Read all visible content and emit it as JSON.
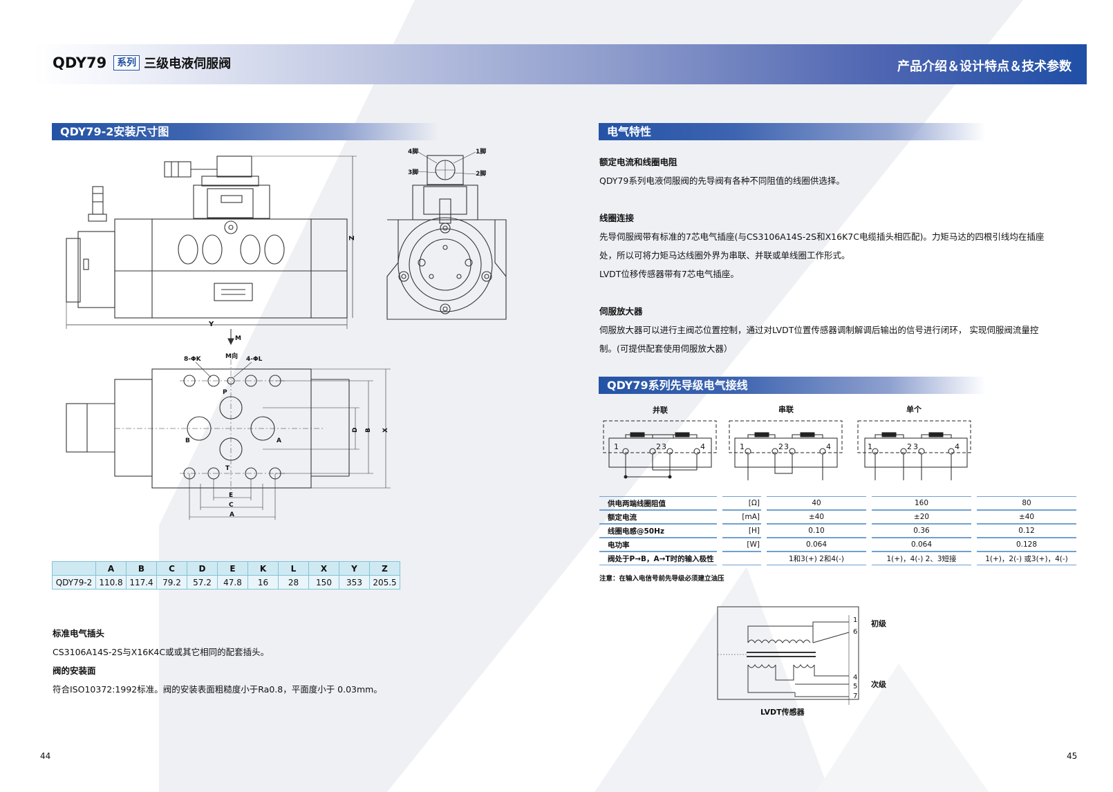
{
  "banner": {
    "model": "QDY79",
    "series_tag": "系列",
    "subtitle": "三级电液伺服阀",
    "right_title": "产品介绍＆设计特点＆技术参数"
  },
  "left": {
    "section_title": "QDY79-2安装尺寸图",
    "drawing_labels": {
      "pin4": "4脚",
      "pin1": "1脚",
      "pin3": "3脚",
      "pin2": "2脚",
      "dim_z": "Z",
      "dim_y": "Y",
      "view_m": "M",
      "m_dir": "M向",
      "hole_k": "8-ΦK",
      "hole_l": "4-ΦL",
      "port_p": "P",
      "port_t": "T",
      "port_a": "A",
      "port_b": "B",
      "dim_a": "A",
      "dim_c": "C",
      "dim_e": "E",
      "dim_d": "D",
      "dim_b": "B",
      "dim_x": "X"
    },
    "dimension_table": {
      "headers": [
        "",
        "A",
        "B",
        "C",
        "D",
        "E",
        "K",
        "L",
        "X",
        "Y",
        "Z"
      ],
      "row": [
        "QDY79-2",
        "110.8",
        "117.4",
        "79.2",
        "57.2",
        "47.8",
        "16",
        "28",
        "150",
        "353",
        "205.5"
      ]
    },
    "connector_title": "标准电气插头",
    "connector_text": "CS3106A14S-2S与X16K4C或或其它相同的配套插头。",
    "mount_title": "阀的安装面",
    "mount_text": "符合ISO10372:1992标准。阀的安装表面粗糙度小于Ra0.8，平面度小于 0.03mm。",
    "page_number": "44"
  },
  "right": {
    "section_title": "电气特性",
    "h1": "额定电流和线圈电阻",
    "p1": "QDY79系列电液伺服阀的先导阀有各种不同阻值的线圈供选择。",
    "h2": "线圈连接",
    "p2a": "先导伺服阀带有标准的7芯电气插座(与CS3106A14S-2S和X16K7C电缆插头相匹配)。力矩马达的四根引线均在插座",
    "p2b": "处，所以可将力矩马达线圈外界为串联、并联或单线圈工作形式。",
    "p2c": "LVDT位移传感器带有7芯电气插座。",
    "h3": "伺服放大器",
    "p3a": "伺服放大器可以进行主阀芯位置控制，通过对LVDT位置传感器调制解调后输出的信号进行闭环， 实现伺服阀流量控",
    "p3b": "制。(可提供配套使用伺服放大器）",
    "wiring_title": "QDY79系列先导级电气接线",
    "wiring_labels": [
      "并联",
      "串联",
      "单个"
    ],
    "pin_labels": [
      "1",
      "2",
      "3",
      "4"
    ],
    "elec_table": {
      "rows": [
        {
          "label": "供电两端线圈阻值",
          "unit": "[Ω]",
          "values": [
            "40",
            "160",
            "80"
          ]
        },
        {
          "label": "额定电流",
          "unit": "[mA]",
          "values": [
            "±40",
            "±20",
            "±40"
          ]
        },
        {
          "label": "线圈电感@50Hz",
          "unit": "[H]",
          "values": [
            "0.10",
            "0.36",
            "0.12"
          ]
        },
        {
          "label": "电功率",
          "unit": "[W]",
          "values": [
            "0.064",
            "0.064",
            "0.128"
          ]
        },
        {
          "label": "阀处于P→B，A→T时的输入极性",
          "unit": "",
          "values": [
            "1和3(+)  2和4(-)",
            "1(+)，4(-)  2、3短接",
            "1(+)，2(-)  或3(+)，4(-)"
          ]
        }
      ]
    },
    "note": "注意：在输入电信号前先导级必须建立油压",
    "lvdt": {
      "pins": [
        "1",
        "6",
        "4",
        "5",
        "7"
      ],
      "primary": "初级",
      "secondary": "次级",
      "caption": "LVDT传感器"
    },
    "page_number": "45"
  }
}
